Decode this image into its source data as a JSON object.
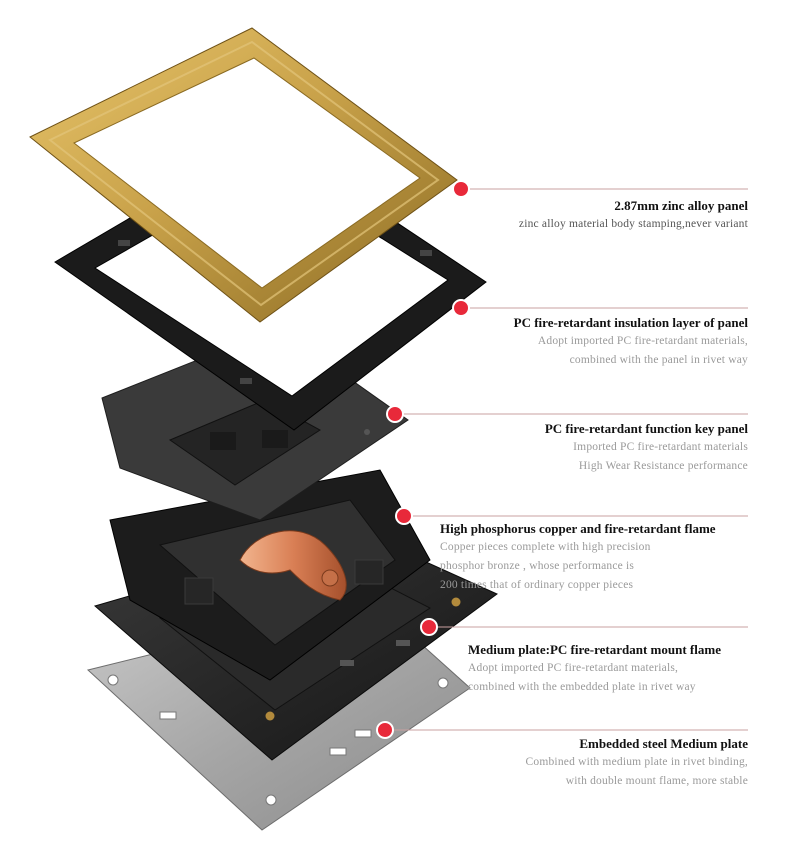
{
  "accent_color": "#e8293a",
  "gold_color": "#c9a24a",
  "callouts": [
    {
      "name": "zinc-alloy-panel",
      "title": "2.87mm zinc alloy panel",
      "lines": [
        "zinc alloy material body stamping,never variant"
      ]
    },
    {
      "name": "pc-insulation-layer",
      "title": "PC fire-retardant insulation layer of panel",
      "lines": [
        "Adopt imported PC fire-retardant materials,",
        "combined with the panel in rivet way"
      ]
    },
    {
      "name": "pc-function-key-panel",
      "title": "PC fire-retardant  function key panel",
      "lines": [
        "Imported PC fire-retardant materials",
        "High Wear Resistance performance"
      ]
    },
    {
      "name": "copper-flame",
      "title": "High phosphorus copper and fire-retardant flame",
      "lines": [
        "Copper pieces complete with high precision",
        "phosphor bronze , whose performance is",
        "200 times that of ordinary copper pieces"
      ]
    },
    {
      "name": "medium-plate",
      "title": "Medium plate:PC fire-retardant mount flame",
      "lines": [
        "Adopt imported PC fire-retardant materials,",
        "combined with the embedded plate in rivet way"
      ]
    },
    {
      "name": "embedded-steel-plate",
      "title": "Embedded steel Medium plate",
      "lines": [
        "Combined with medium plate in rivet binding,",
        "with  double mount flame, more stable"
      ]
    }
  ]
}
